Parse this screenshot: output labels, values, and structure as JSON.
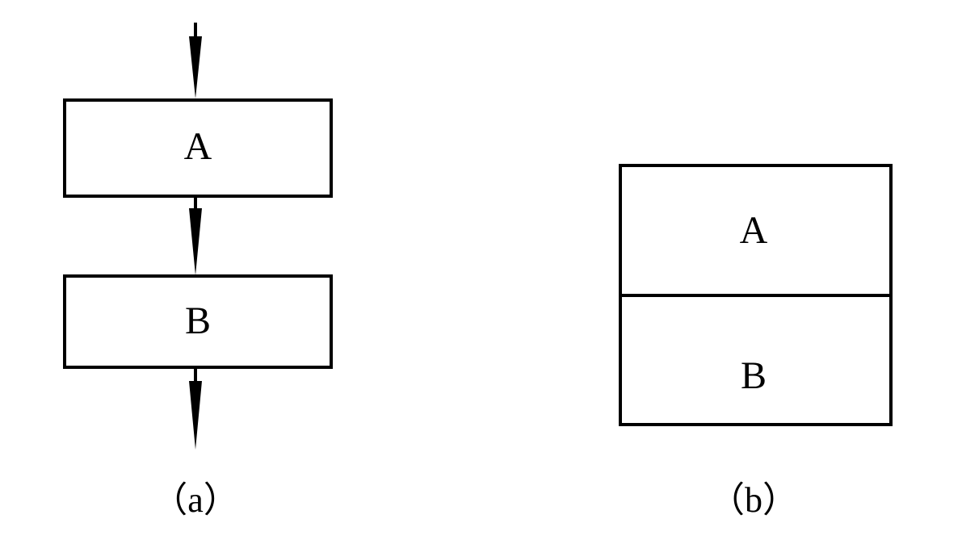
{
  "diagram_a": {
    "box_top_label": "A",
    "box_bottom_label": "B",
    "caption": "（a）"
  },
  "diagram_b": {
    "box_top_label": "A",
    "box_bottom_label": "B",
    "caption": "（b）"
  }
}
